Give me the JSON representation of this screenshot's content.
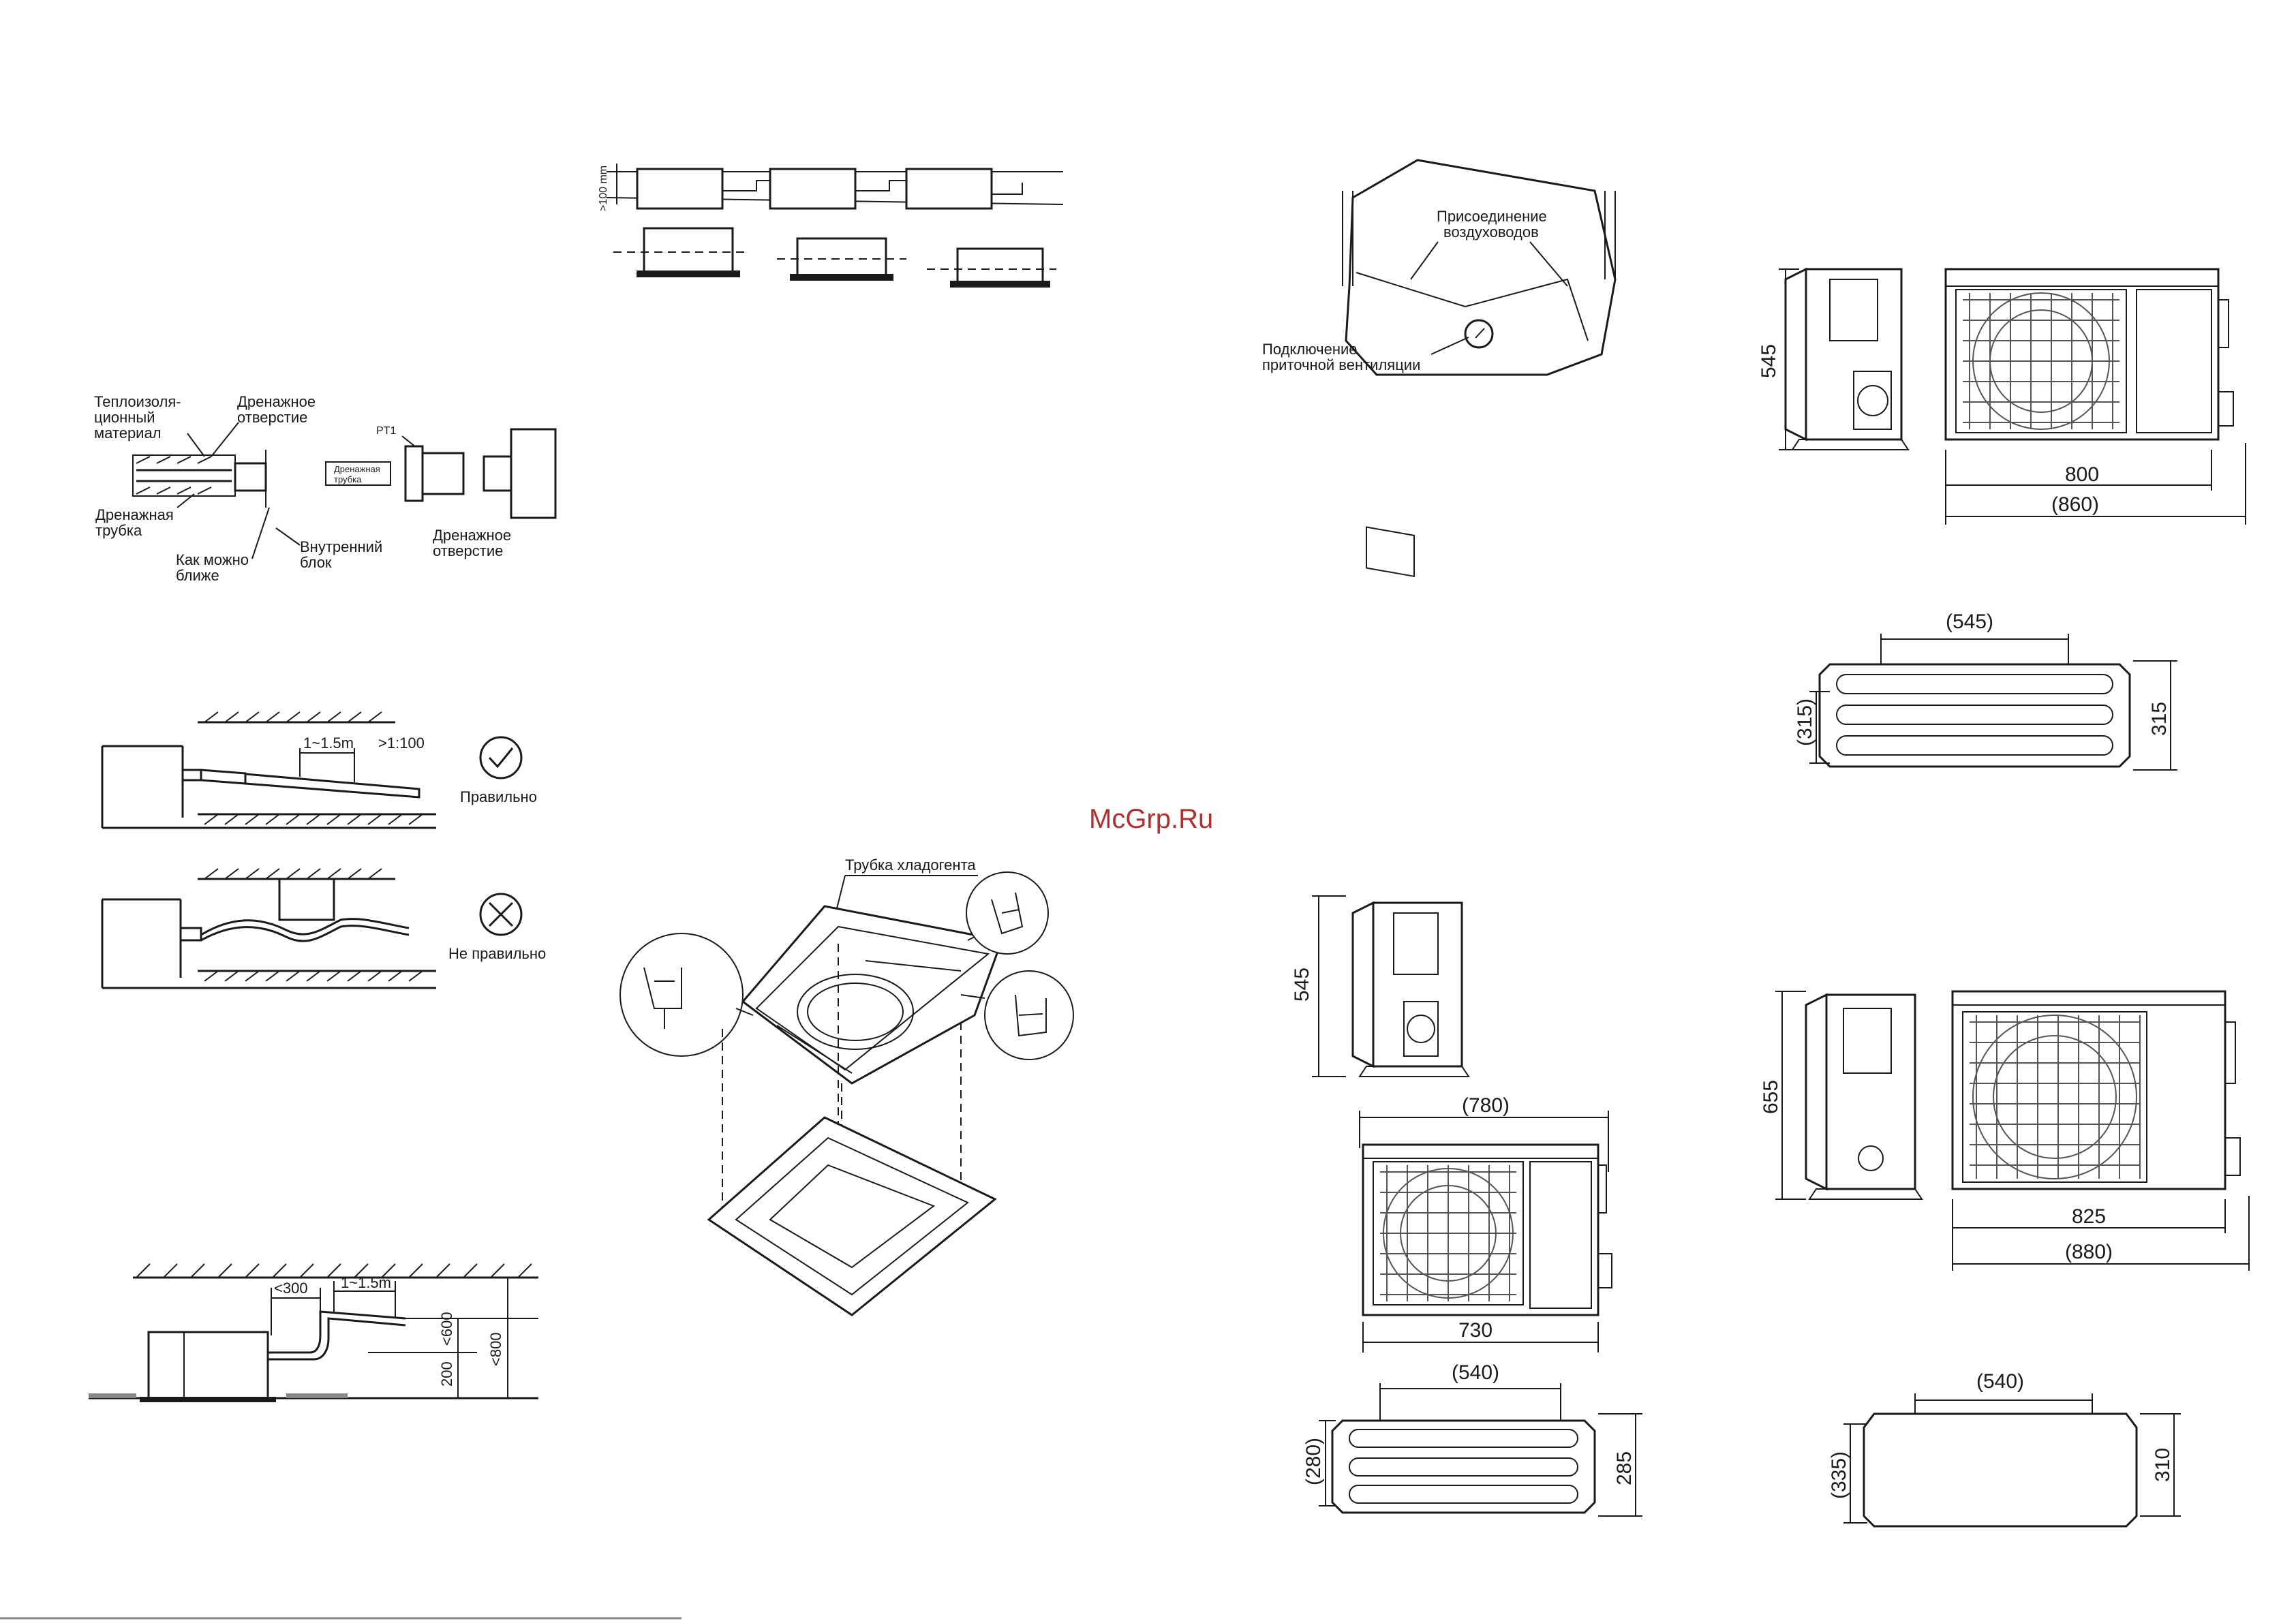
{
  "watermark": "McGrp.Ru",
  "drain_section": {
    "insulation_label": [
      "Теплоизоля-",
      "ционный",
      "материал"
    ],
    "drain_outlet_label": [
      "Дренажное",
      "отверстие"
    ],
    "drain_pipe_label": [
      "Дренажная",
      "трубка"
    ],
    "as_close_label": [
      "Как можно",
      "ближе"
    ],
    "indoor_unit_label": [
      "Внутренний",
      "блок"
    ],
    "pt1_label": "PT1",
    "drain_pipe_small": [
      "Дренажная",
      "трубка"
    ],
    "drain_outlet_label_2": [
      "Дренажное",
      "отверстие"
    ]
  },
  "slope_section": {
    "span_label": "1~1.5m",
    "slope_label": ">1:100",
    "correct_label": "Правильно",
    "wrong_label": "Не правильно"
  },
  "height_section": {
    "label_300": "<300",
    "label_span": "1~1.5m",
    "label_600": "<600",
    "label_200": "200",
    "label_800": "<800"
  },
  "install_top": {
    "gap_label": ">100 mm"
  },
  "duct_section": {
    "duct_connection": [
      "Присоединение",
      "воздуховодов"
    ],
    "fresh_air": [
      "Подключение",
      "приточной вентиляции"
    ]
  },
  "cassette_section": {
    "refrigerant_pipe": "Трубка хладогента"
  },
  "outdoor_units": {
    "unit1": {
      "height": "545",
      "width": "800",
      "overall_width": "(860)",
      "mount_span": "(545)",
      "depth_left": "(315)",
      "depth_right": "315"
    },
    "unit2": {
      "height": "545",
      "overall_width": "(780)",
      "width": "730",
      "mount_span": "(540)",
      "depth_left": "(280)",
      "depth_right": "285"
    },
    "unit3": {
      "height": "655",
      "width": "825",
      "overall_width": "(880)",
      "mount_span": "(540)",
      "depth_left": "(335)",
      "depth_right": "310"
    }
  },
  "icons": [
    "check-icon",
    "cross-icon"
  ]
}
